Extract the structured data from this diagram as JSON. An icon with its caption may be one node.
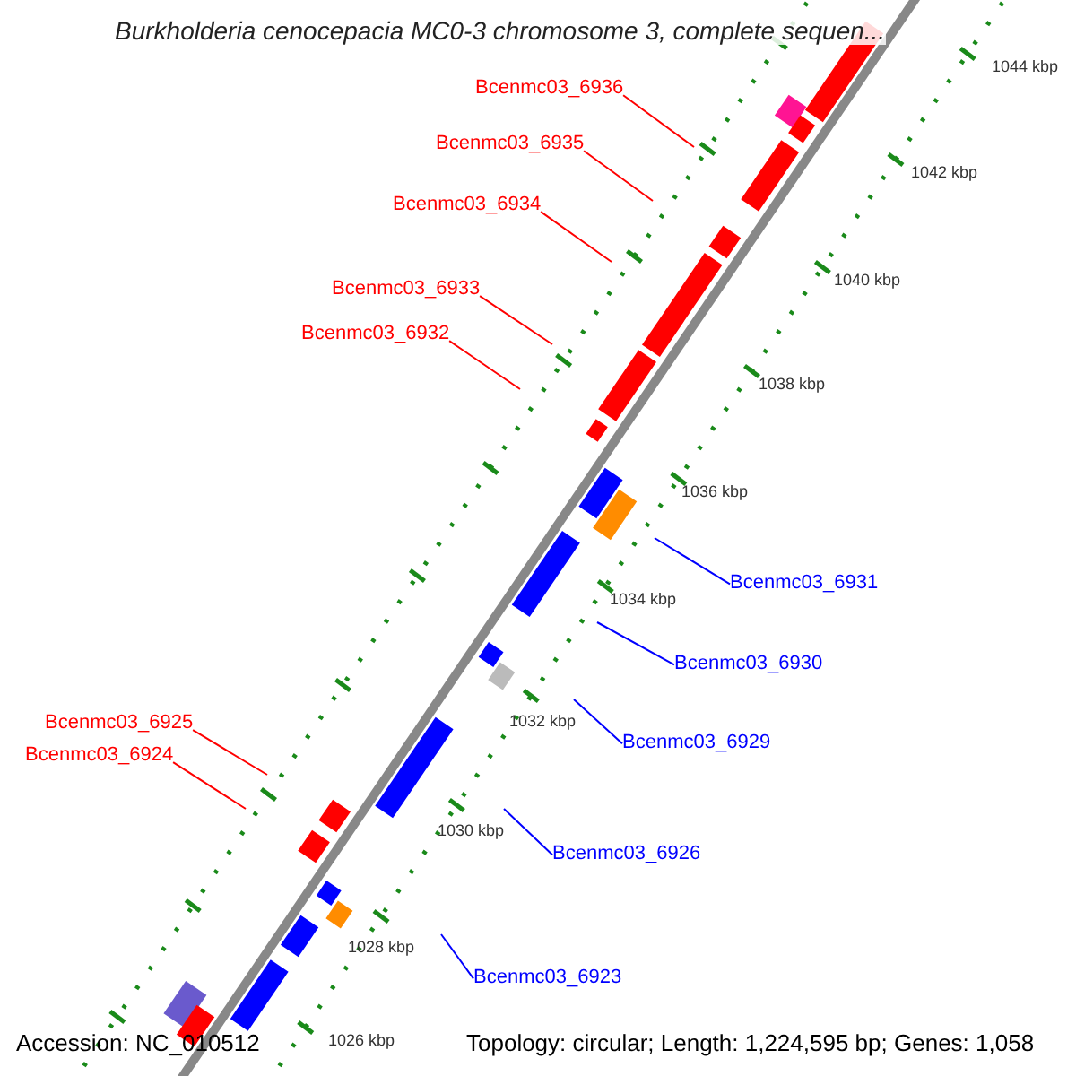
{
  "diagram": {
    "title": "Burkholderia cenocepacia MC0-3 chromosome 3, complete sequen...",
    "nodes": [
      {
        "text": [
          "Bcenmc03_6936"
        ]
      },
      {
        "text": [
          "Bcenmc03_6935"
        ]
      },
      {
        "text": [
          "Bcenmc03_6934"
        ]
      },
      {
        "text": [
          "Bcenmc03_6933"
        ]
      },
      {
        "text": [
          "Bcenmc03_6932"
        ]
      },
      {
        "text": [
          "Bcenmc03_6931"
        ]
      },
      {
        "text": [
          "Bcenmc03_6930"
        ]
      },
      {
        "text": [
          "Bcenmc03_6925"
        ]
      },
      {
        "text": [
          "Bcenmc03_6929"
        ]
      },
      {
        "text": [
          "Bcenmc03_6924"
        ]
      },
      {
        "text": [
          "Bcenmc03_6926"
        ]
      },
      {
        "text": [
          "Bcenmc03_6923"
        ]
      }
    ],
    "edges": [
      {
        "from": 0,
        "to": null,
        "arrow": "none",
        "color": "#ff0000"
      },
      {
        "from": 1,
        "to": null,
        "arrow": "none",
        "color": "#ff0000"
      },
      {
        "from": 2,
        "to": null,
        "arrow": "none",
        "color": "#ff0000"
      },
      {
        "from": 3,
        "to": null,
        "arrow": "none",
        "color": "#ff0000"
      },
      {
        "from": 4,
        "to": null,
        "arrow": "none",
        "color": "#ff0000"
      },
      {
        "from": 5,
        "to": null,
        "arrow": "none",
        "color": "#0000ff"
      },
      {
        "from": 6,
        "to": null,
        "arrow": "none",
        "color": "#0000ff"
      },
      {
        "from": 7,
        "to": null,
        "arrow": "none",
        "color": "#ff0000"
      },
      {
        "from": 8,
        "to": null,
        "arrow": "none",
        "color": "#0000ff"
      },
      {
        "from": 9,
        "to": null,
        "arrow": "none",
        "color": "#ff0000"
      },
      {
        "from": 10,
        "to": null,
        "arrow": "none",
        "color": "#0000ff"
      },
      {
        "from": 11,
        "to": null,
        "arrow": "none",
        "color": "#0000ff"
      }
    ],
    "labels": [
      "1044 kbp",
      "1042 kbp",
      "1040 kbp",
      "1038 kbp",
      "1036 kbp",
      "1034 kbp",
      "1032 kbp",
      "1030 kbp",
      "1028 kbp",
      "Accession: NC_010512",
      "1026 kbp",
      "Topology: circular; Length: 1,224,595 bp; Genes: 1,058"
    ]
  }
}
